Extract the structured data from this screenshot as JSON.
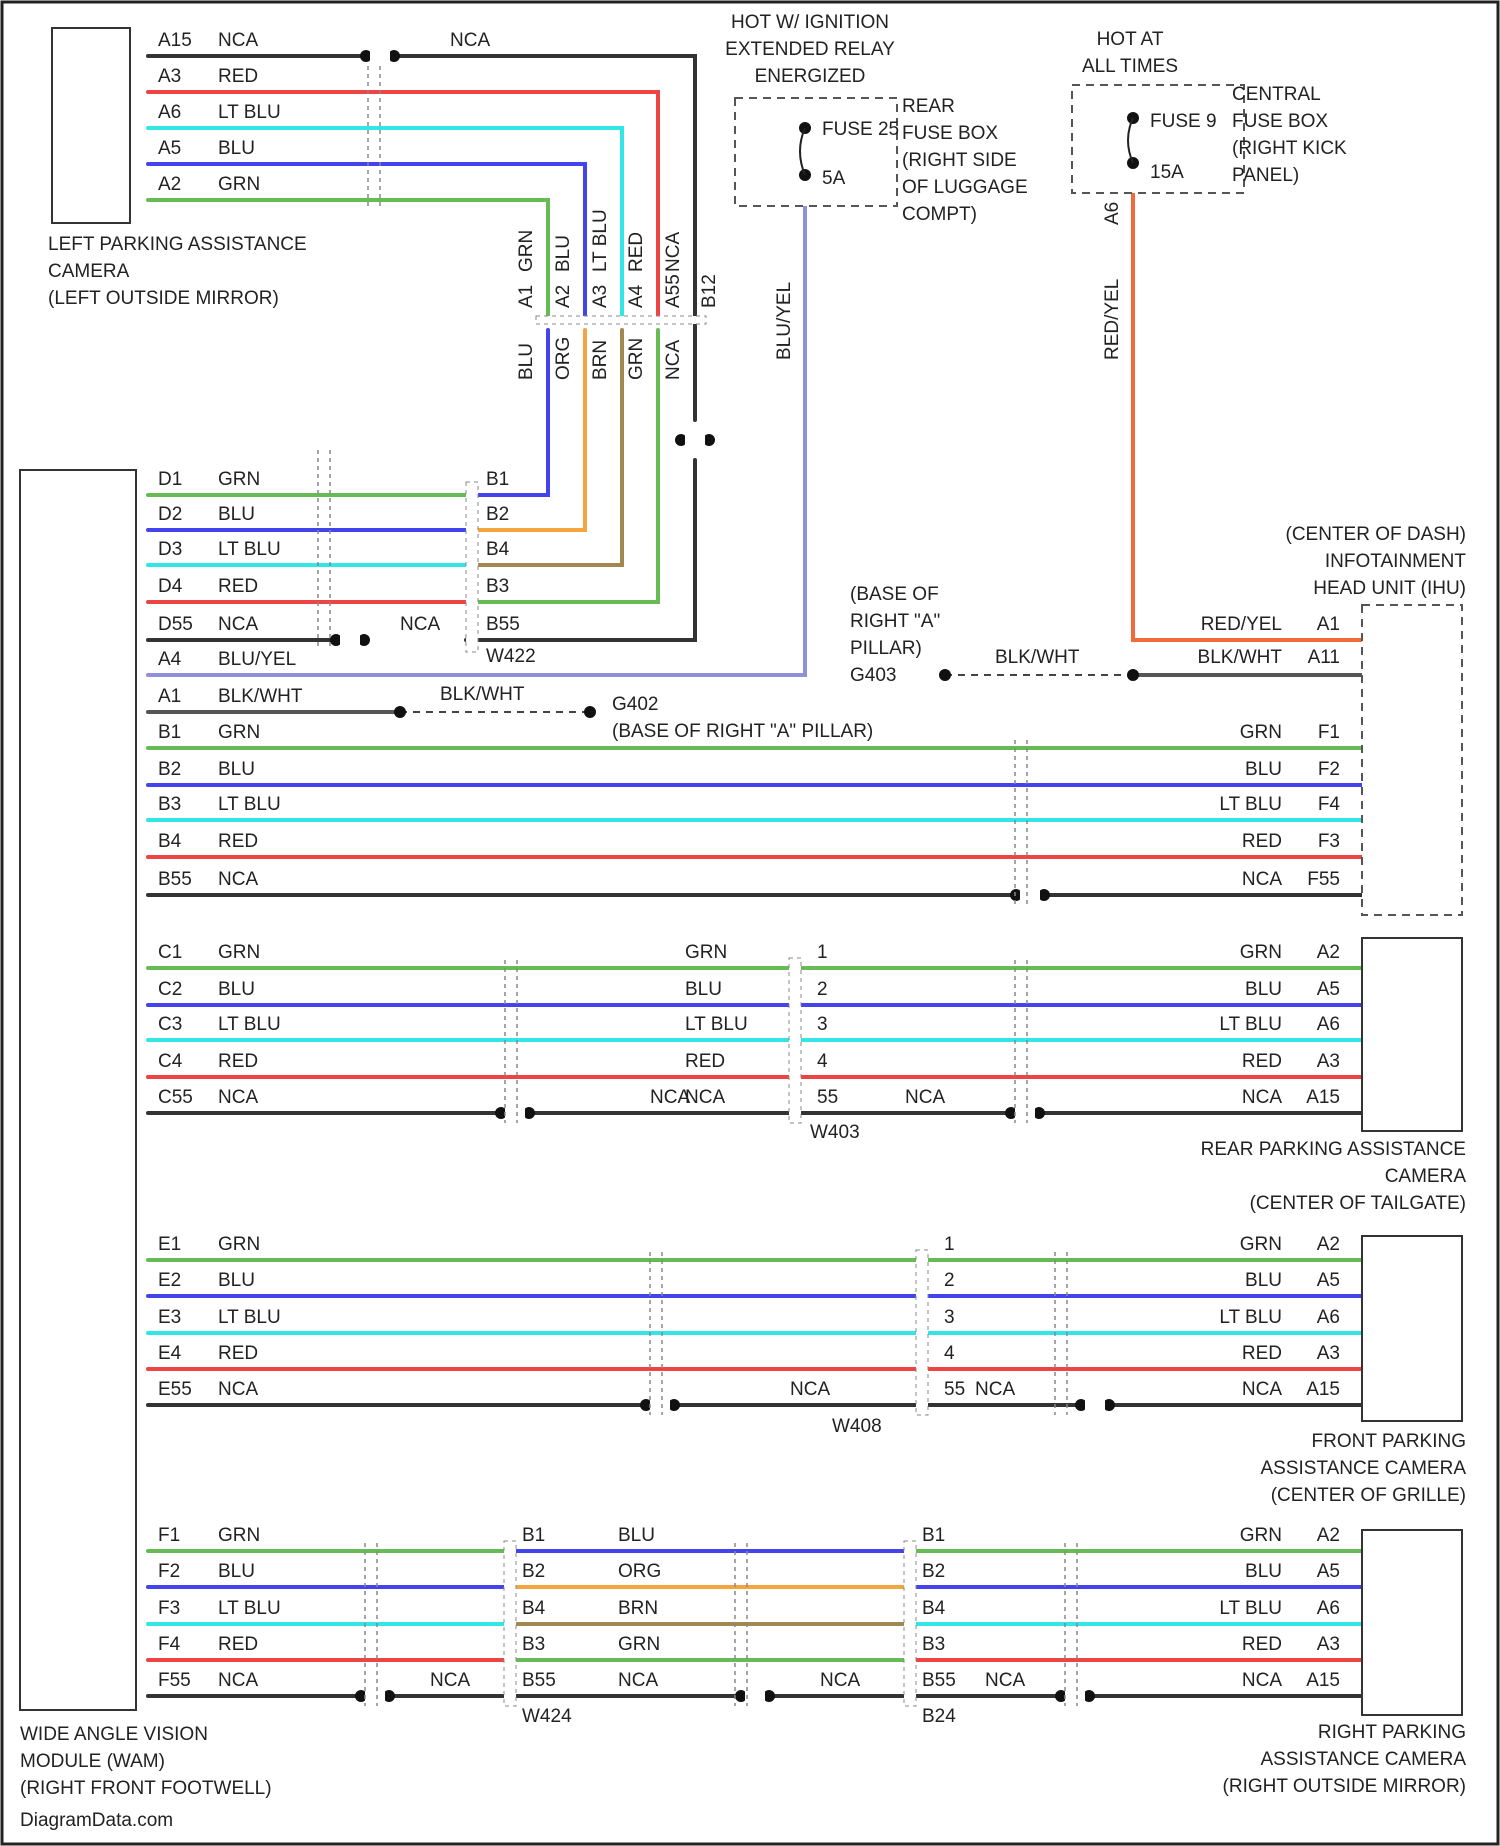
{
  "colors": {
    "GRN": "#66bb55",
    "BLU": "#4444ee",
    "LT BLU": "#33e6e6",
    "RED": "#ee4444",
    "NCA": "#333333",
    "ORG": "#f5a540",
    "BRN": "#a08850",
    "BLU/YEL": "#8f90d8",
    "BLK/WHT": "#555555",
    "RED/YEL": "#f26a3a"
  },
  "components": {
    "left_camera": [
      "LEFT PARKING ASSISTANCE",
      "CAMERA",
      "(LEFT OUTSIDE MIRROR)"
    ],
    "wav_module": [
      "WIDE ANGLE VISION",
      "MODULE (WAM)",
      "(RIGHT FRONT FOOTWELL)"
    ],
    "rear_fuse": [
      "REAR",
      "FUSE BOX",
      "(RIGHT SIDE",
      "OF LUGGAGE",
      "COMPT)"
    ],
    "central_fuse": [
      "CENTRAL",
      "FUSE BOX",
      "(RIGHT KICK",
      "PANEL)"
    ],
    "hot_run": [
      "HOT W/ IGNITION",
      "EXTENDED RELAY",
      "ENERGIZED"
    ],
    "hot_all": [
      "HOT AT",
      "ALL TIMES"
    ],
    "head_unit": [
      "(CENTER OF DASH)",
      "INFOTAINMENT",
      "HEAD UNIT (IHU)"
    ],
    "rear_camera": [
      "REAR PARKING ASSISTANCE",
      "CAMERA",
      "(CENTER OF TAILGATE)"
    ],
    "front_camera": [
      "FRONT PARKING",
      "ASSISTANCE CAMERA",
      "(CENTER OF GRILLE)"
    ],
    "right_camera": [
      "RIGHT PARKING",
      "ASSISTANCE CAMERA",
      "(RIGHT OUTSIDE MIRROR)"
    ],
    "g402": [
      "G402",
      "(BASE OF RIGHT \"A\" PILLAR)"
    ],
    "g403": [
      "(BASE OF",
      "RIGHT \"A\"",
      "PILLAR)",
      "G403"
    ]
  },
  "fuses": {
    "fuse_25": "FUSE 25",
    "amp_5": "5A",
    "fuse_9": "FUSE 9",
    "amp_15": "15A"
  },
  "left_camera_pins": [
    {
      "pin": "A15",
      "color": "NCA"
    },
    {
      "pin": "A3",
      "color": "RED"
    },
    {
      "pin": "A6",
      "color": "LT BLU"
    },
    {
      "pin": "A5",
      "color": "BLU"
    },
    {
      "pin": "A2",
      "color": "GRN"
    }
  ],
  "wav_pins": [
    {
      "pin": "D1",
      "color": "GRN"
    },
    {
      "pin": "D2",
      "color": "BLU"
    },
    {
      "pin": "D3",
      "color": "LT BLU"
    },
    {
      "pin": "D4",
      "color": "RED"
    },
    {
      "pin": "D55",
      "color": "NCA"
    },
    {
      "pin": "A4",
      "color": "BLU/YEL"
    },
    {
      "pin": "A1",
      "color": "BLK/WHT"
    },
    {
      "pin": "B1",
      "color": "GRN"
    },
    {
      "pin": "B2",
      "color": "BLU"
    },
    {
      "pin": "B3",
      "color": "LT BLU"
    },
    {
      "pin": "B4",
      "color": "RED"
    },
    {
      "pin": "B55",
      "color": "NCA"
    },
    {
      "pin": "C1",
      "color": "GRN"
    },
    {
      "pin": "C2",
      "color": "BLU"
    },
    {
      "pin": "C3",
      "color": "LT BLU"
    },
    {
      "pin": "C4",
      "color": "RED"
    },
    {
      "pin": "C55",
      "color": "NCA"
    },
    {
      "pin": "E1",
      "color": "GRN"
    },
    {
      "pin": "E2",
      "color": "BLU"
    },
    {
      "pin": "E3",
      "color": "LT BLU"
    },
    {
      "pin": "E4",
      "color": "RED"
    },
    {
      "pin": "E55",
      "color": "NCA"
    },
    {
      "pin": "F1",
      "color": "GRN"
    },
    {
      "pin": "F2",
      "color": "BLU"
    },
    {
      "pin": "F3",
      "color": "LT BLU"
    },
    {
      "pin": "F4",
      "color": "RED"
    },
    {
      "pin": "F55",
      "color": "NCA"
    }
  ],
  "head_unit_pins": [
    {
      "pin": "A1",
      "color": "RED/YEL"
    },
    {
      "pin": "A11",
      "color": "BLK/WHT"
    },
    {
      "pin": "F1",
      "color": "GRN"
    },
    {
      "pin": "F2",
      "color": "BLU"
    },
    {
      "pin": "F4",
      "color": "LT BLU"
    },
    {
      "pin": "F3",
      "color": "RED"
    },
    {
      "pin": "F55",
      "color": "NCA"
    }
  ],
  "camera_pins": [
    {
      "pin": "A2",
      "color": "GRN"
    },
    {
      "pin": "A5",
      "color": "BLU"
    },
    {
      "pin": "A6",
      "color": "LT BLU"
    },
    {
      "pin": "A3",
      "color": "RED"
    },
    {
      "pin": "A15",
      "color": "NCA"
    }
  ],
  "w422_pins": [
    {
      "pin": "B1",
      "color": "BLU"
    },
    {
      "pin": "B2",
      "color": "ORG"
    },
    {
      "pin": "B4",
      "color": "BRN"
    },
    {
      "pin": "B3",
      "color": "GRN"
    },
    {
      "pin": "B55",
      "color": "NCA"
    }
  ],
  "inline_numbers": [
    "1",
    "2",
    "3",
    "4",
    "55"
  ],
  "splices": {
    "rear": "W403",
    "front": "W408",
    "right_a": "W424",
    "right_b": "B24",
    "top": "W422",
    "left_vert": "B12"
  },
  "vertical_labels": {
    "left_a": [
      "GRN",
      "BLU",
      "LT BLU",
      "RED",
      "NCA"
    ],
    "left_b": [
      "BLU",
      "ORG",
      "BRN",
      "GRN",
      "NCA"
    ],
    "left_pins": [
      "A1",
      "A2",
      "A3",
      "A4",
      "A55",
      "B12"
    ],
    "hot_run_wire": "BLU/YEL",
    "hot_all_wire": "RED/YEL",
    "hot_all_pin": "A6"
  },
  "head_unit_wires": {
    "red_yel": "RED/YEL",
    "blk_wht": "BLK/WHT"
  },
  "watermark": "DiagramData.com"
}
